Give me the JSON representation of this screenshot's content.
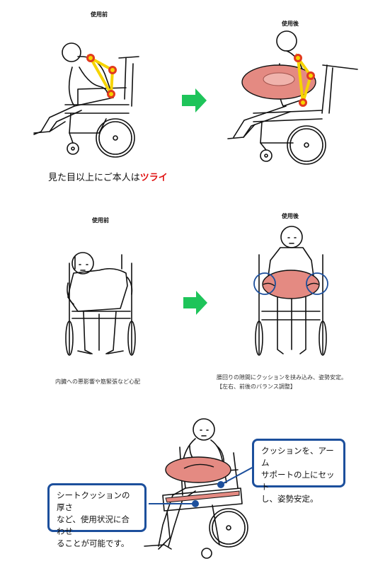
{
  "colors": {
    "arrow": "#1ec45a",
    "cushion": "#e48a82",
    "pressure_point": "#e23a1e",
    "pressure_line": "#f6d400",
    "callout_border": "#1c4f9c",
    "emphasis_text": "#e01010"
  },
  "icons": [
    "arrow-right-icon",
    "wheelchair-figure-illustration",
    "cushion-illustration"
  ],
  "panel1": {
    "before_label": "使用前",
    "after_label": "使用後",
    "caption_prefix": "見た目以上にご本人は",
    "caption_emphasis": "ツライ"
  },
  "panel2": {
    "before_label": "使用前",
    "after_label": "使用後",
    "before_note": "内臓への悪影響や筋緊張など心配",
    "after_note_line1": "腰回りの隙間にクッションを挟み込み、姿勢安定。",
    "after_note_line2": "【左右、前後のバランス調整】"
  },
  "panel3": {
    "callout_right": [
      "クッションを、アーム",
      "サポートの上にセット",
      "し、姿勢安定。"
    ],
    "callout_left": [
      "シートクッションの厚さ",
      "など、使用状況に合わせ",
      "ることが可能です。"
    ]
  }
}
